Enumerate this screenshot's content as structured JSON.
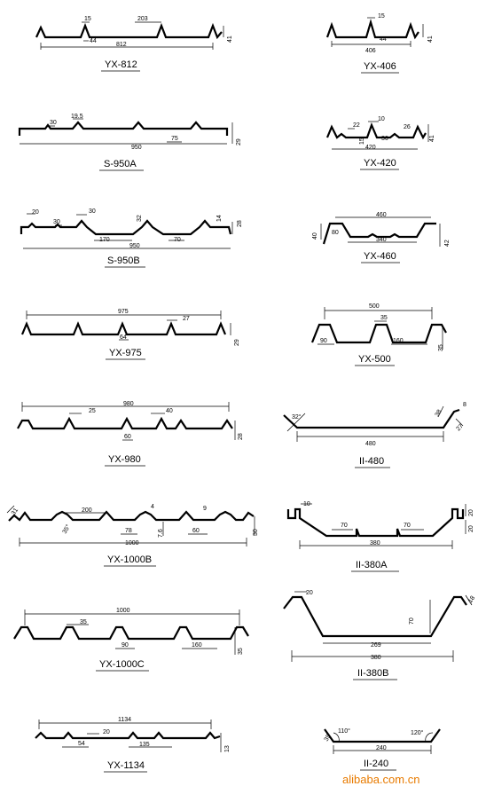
{
  "profiles": [
    {
      "title": "YX-812",
      "labels": [
        "15",
        "203",
        "44",
        "812",
        "41"
      ]
    },
    {
      "title": "YX-406",
      "labels": [
        "15",
        "44",
        "406",
        "41"
      ]
    },
    {
      "title": "S-950A",
      "labels": [
        "30",
        "19.5",
        "75",
        "950",
        "29"
      ]
    },
    {
      "title": "YX-420",
      "labels": [
        "22",
        "10",
        "15",
        "36",
        "26",
        "420",
        "41"
      ]
    },
    {
      "title": "S-950B",
      "labels": [
        "20",
        "30",
        "30",
        "32",
        "14",
        "28",
        "170",
        "70",
        "950"
      ]
    },
    {
      "title": "YX-460",
      "labels": [
        "460",
        "80",
        "340",
        "40",
        "42"
      ]
    },
    {
      "title": "YX-975",
      "labels": [
        "975",
        "27",
        "64",
        "29"
      ]
    },
    {
      "title": "YX-500",
      "labels": [
        "500",
        "35",
        "90",
        "160",
        "35"
      ]
    },
    {
      "title": "YX-980",
      "labels": [
        "980",
        "25",
        "40",
        "60",
        "28"
      ]
    },
    {
      "title": "II-480",
      "labels": [
        "32°",
        "38",
        "8",
        "27",
        "480"
      ]
    },
    {
      "title": "YX-1000B",
      "labels": [
        "31",
        "200",
        "4",
        "9",
        "35°",
        "78",
        "7.6",
        "60",
        "1000",
        "30"
      ]
    },
    {
      "title": "II-380A",
      "labels": [
        "10",
        "70",
        "70",
        "380",
        "20",
        "20"
      ]
    },
    {
      "title": "YX-1000C",
      "labels": [
        "1000",
        "35",
        "90",
        "160",
        "35"
      ]
    },
    {
      "title": "II-380B",
      "labels": [
        "20",
        "70",
        "269",
        "380",
        "18"
      ]
    },
    {
      "title": "YX-1134",
      "labels": [
        "1134",
        "20",
        "54",
        "135",
        "13"
      ]
    },
    {
      "title": "II-240",
      "labels": [
        "35",
        "110°",
        "120°",
        "240"
      ]
    }
  ],
  "watermark": "alibaba.com.cn"
}
